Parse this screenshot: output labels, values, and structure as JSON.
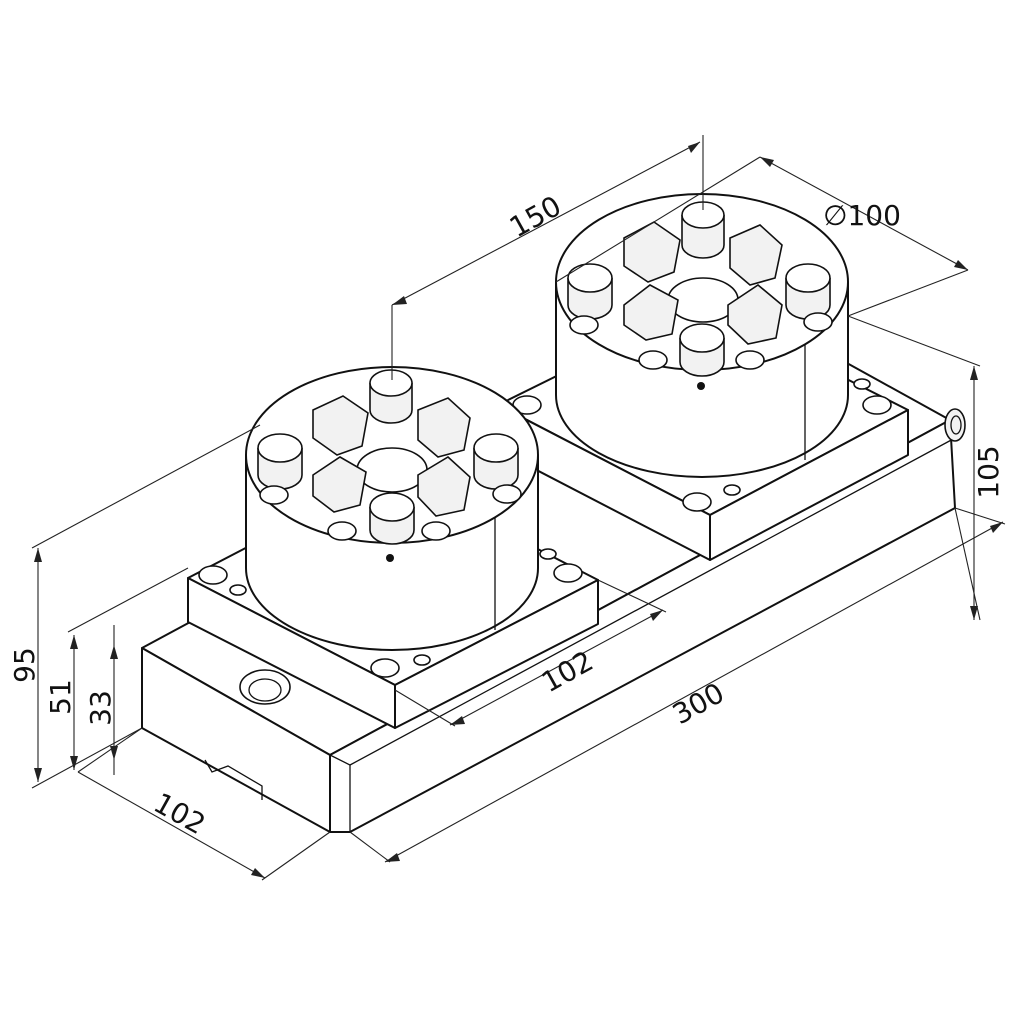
{
  "dimensions": {
    "overall_height": "95",
    "base_plus_plate_height": "51",
    "base_height": "33",
    "base_width": "102",
    "base_length": "300",
    "plate_width": "102",
    "chuck_spacing": "150",
    "chuck_diameter": "∅100",
    "side_height": "105"
  },
  "colors": {
    "line": "#111111",
    "background": "#ffffff"
  }
}
